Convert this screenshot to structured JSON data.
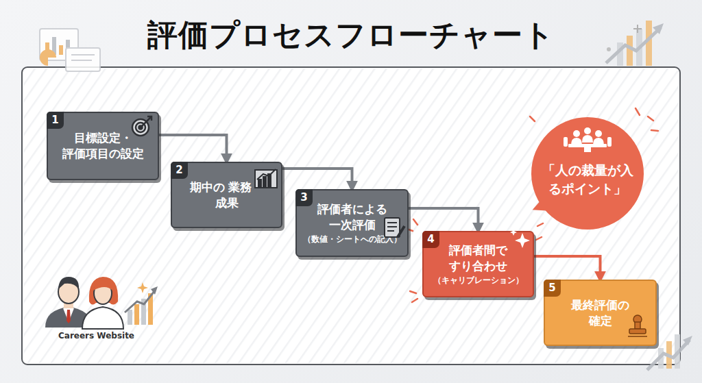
{
  "diagram": {
    "title": "評価プロセスフローチャート",
    "nodes": [
      {
        "text": [
          "1",
          "目標設定・ 評価項目の設定"
        ]
      },
      {
        "text": [
          "2",
          "期中の 業務・成果"
        ]
      },
      {
        "text": [
          "3",
          "評価者による 一次評価",
          "（数値・シートへの記入）"
        ]
      },
      {
        "text": [
          "4",
          "評価者間で すり合わせ",
          "（キャリブレーション）"
        ]
      },
      {
        "text": [
          "5",
          "最終評価の 確定"
        ]
      },
      {
        "text": [
          "「人の裁量が入 るポイント」"
        ]
      }
    ],
    "edges": [
      {
        "from": 0,
        "to": 1,
        "arrow": "to"
      },
      {
        "from": 1,
        "to": 2,
        "arrow": "to"
      },
      {
        "from": 2,
        "to": 3,
        "arrow": "to"
      },
      {
        "from": 3,
        "to": 4,
        "arrow": "to"
      }
    ],
    "labels": [
      "Careers Website"
    ]
  }
}
